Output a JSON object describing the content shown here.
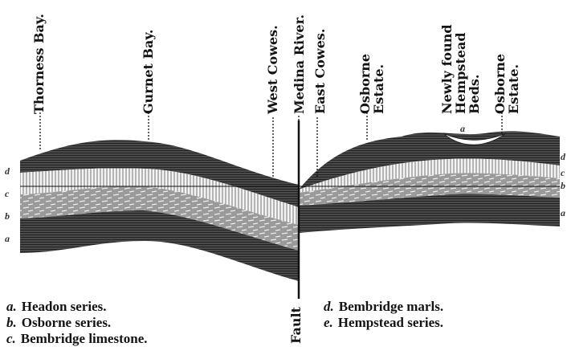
{
  "top_labels": [
    "Thorness Bay.",
    "Gurnet Bay.",
    "West Cowes.",
    "Medina River.",
    "East Cowes.",
    [
      "Osborne",
      "Estate."
    ],
    [
      "Newly found",
      "Hempstead",
      "Beds."
    ],
    [
      "Osborne",
      "Estate."
    ]
  ],
  "fault_label": "Fault",
  "legend_left": [
    {
      "key": "a.",
      "text": "Headon series."
    },
    {
      "key": "b.",
      "text": "Osborne series."
    },
    {
      "key": "c.",
      "text": "Bembridge limestone."
    }
  ],
  "legend_right": [
    {
      "key": "d.",
      "text": "Bembridge marls."
    },
    {
      "key": "e.",
      "text": "Hempstead series."
    }
  ],
  "edge_letters": {
    "left": [
      "d",
      "c",
      "b",
      "a"
    ],
    "right": [
      "d",
      "c",
      "b",
      "a"
    ],
    "inset": "a"
  },
  "colors": {
    "ink": "#1a1a1a",
    "paper": "#ffffff",
    "dark": "#3a3a3a"
  }
}
